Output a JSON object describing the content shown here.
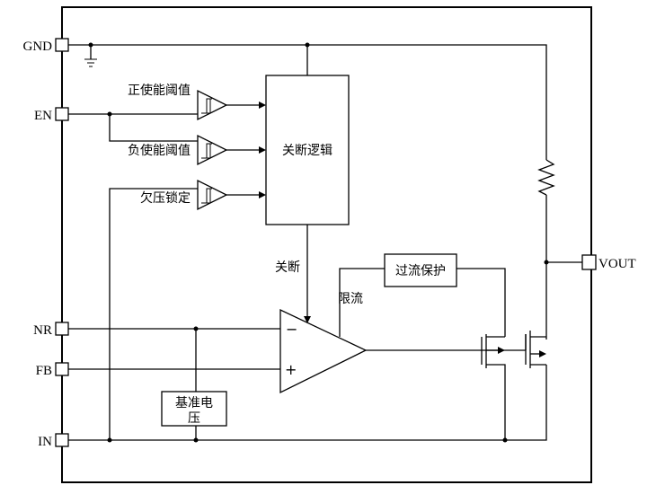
{
  "pins": {
    "gnd": "GND",
    "en": "EN",
    "nr": "NR",
    "fb": "FB",
    "in": "IN",
    "vout": "VOUT"
  },
  "blocks": {
    "shutdown_logic": "关断逻辑",
    "overcurrent_protection": "过流保护",
    "reference_voltage_line1": "基准电",
    "reference_voltage_line2": "压"
  },
  "comparators": {
    "positive_enable_threshold": "正使能阈值",
    "negative_enable_threshold": "负使能阈值",
    "undervoltage_lockout": "欠压锁定"
  },
  "signals": {
    "shutdown": "关断",
    "current_limit": "限流"
  },
  "amplifier": {
    "minus": "−",
    "plus": "+"
  }
}
